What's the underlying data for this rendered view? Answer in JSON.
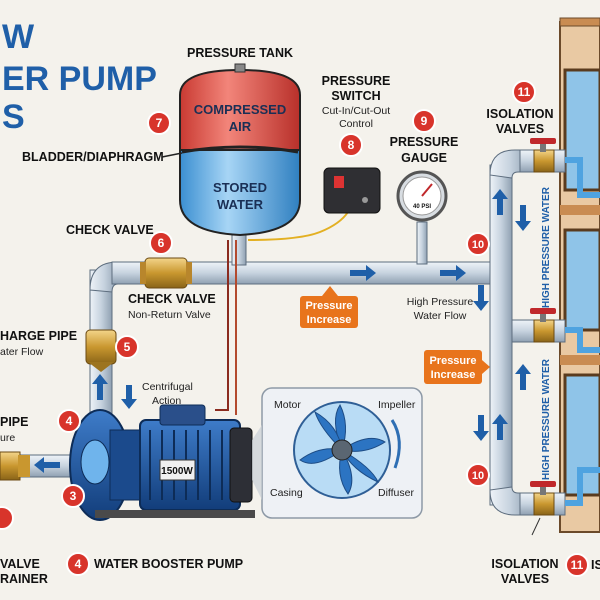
{
  "title": {
    "line1": "W",
    "line2": "ER PUMP",
    "line3": "S"
  },
  "tank": {
    "label": "PRESSURE TANK",
    "top": "COMPRESSED",
    "top2": "AIR",
    "bottom": "STORED",
    "bottom2": "WATER",
    "bladder": "BLADDER/DIAPHRAGM"
  },
  "switch": {
    "title1": "PRESSURE",
    "title2": "SWITCH",
    "sub1": "Cut-In/Cut-Out",
    "sub2": "Control"
  },
  "gauge": {
    "title1": "PRESSURE",
    "title2": "GAUGE",
    "face": "40 PSI"
  },
  "check_valve_top": {
    "label": "CHECK VALVE"
  },
  "check_valve_mid": {
    "label": "CHECK VALVE",
    "sub": "Non-Return Valve"
  },
  "discharge": {
    "label": "HARGE PIPE",
    "sub": "ater Flow"
  },
  "suction": {
    "label": "PIPE",
    "sub": "ure"
  },
  "centrifugal": {
    "line1": "Centrifugal",
    "line2": "Action"
  },
  "motor": {
    "badge": "1500W"
  },
  "impeller": {
    "motor": "Motor",
    "impeller": "Impeller",
    "casing": "Casing",
    "diffuser": "Diffuser"
  },
  "callouts": {
    "pressure1": "Pressure",
    "pressure1b": "Increase",
    "pressure2": "Pressure",
    "pressure2b": "Increase"
  },
  "hp_flow": {
    "line1": "High Pressure",
    "line2": "Water Flow"
  },
  "vertical": {
    "upper": "HIGH PRESSURE WATER",
    "lower": "HIGH PRESSURE WATER"
  },
  "isolation_top": {
    "line1": "ISOLATION",
    "line2": "VALVES"
  },
  "isolation_bottom": {
    "line1": "ISOLATION",
    "line2": "VALVES"
  },
  "bottom": {
    "valve1": "VALVE",
    "valve2": "RAINER",
    "pump": "WATER BOOSTER PUMP",
    "right": "IS"
  },
  "numbers": {
    "n3": "3",
    "n4": "4",
    "n4b": "4",
    "n5": "5",
    "n6": "6",
    "n7": "7",
    "n8": "8",
    "n9": "9",
    "n10": "10",
    "n10b": "10",
    "n11": "11",
    "n11b": "11"
  },
  "colors": {
    "brand_blue": "#1f5fa8",
    "number_red": "#d8342b",
    "callout_orange": "#e8741c",
    "tank_red": "#e0574d",
    "water_blue": "#4fa3e0"
  }
}
